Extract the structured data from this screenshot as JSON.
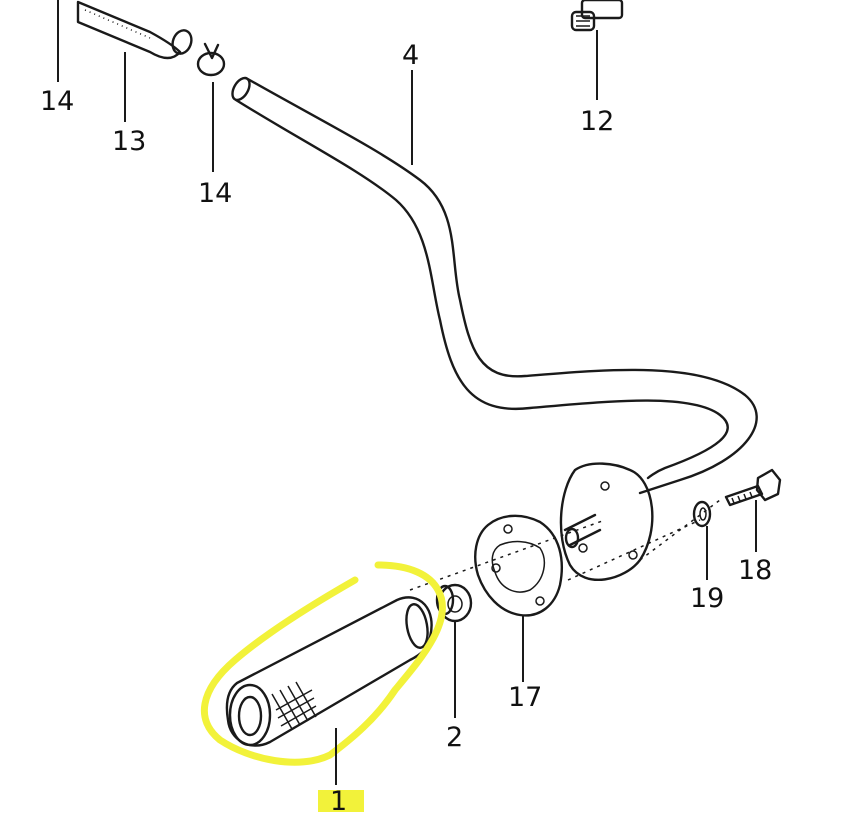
{
  "colors": {
    "highlight": "#f2f23a",
    "line": "#1a1a1a",
    "background": "#ffffff"
  },
  "callouts": {
    "c14_top": "14",
    "c13": "13",
    "c14_clamp": "14",
    "c4": "4",
    "c12": "12",
    "c2": "2",
    "c17": "17",
    "c19": "19",
    "c18": "18",
    "c1": "1"
  },
  "highlighted_part": "1"
}
